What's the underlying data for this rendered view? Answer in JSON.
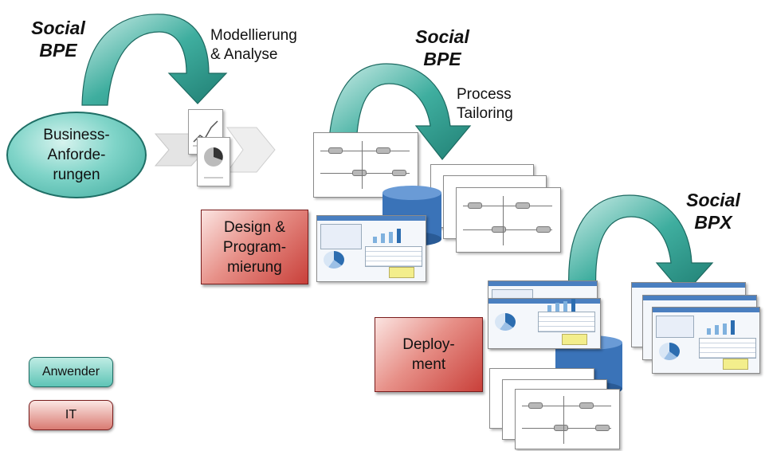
{
  "labels": {
    "social_bpe_1": [
      "Social",
      "BPE"
    ],
    "modellierung": [
      "Modellierung",
      "& Analyse"
    ],
    "business": [
      "Business-",
      "Anforde-",
      "rungen"
    ],
    "social_bpe_2": [
      "Social",
      "BPE"
    ],
    "process_tailoring": [
      "Process",
      "Tailoring"
    ],
    "design": [
      "Design &",
      "Program-",
      "mierung"
    ],
    "social_bpx": [
      "Social",
      "BPX"
    ],
    "deployment": [
      "Deploy-",
      "ment"
    ]
  },
  "legend": {
    "anwender": "Anwender",
    "it": "IT"
  },
  "colors": {
    "teal": "#3da99c",
    "teal_arrow": "#2f9d8f",
    "red": "#c9403a",
    "cylinder": "#3a73b8"
  }
}
